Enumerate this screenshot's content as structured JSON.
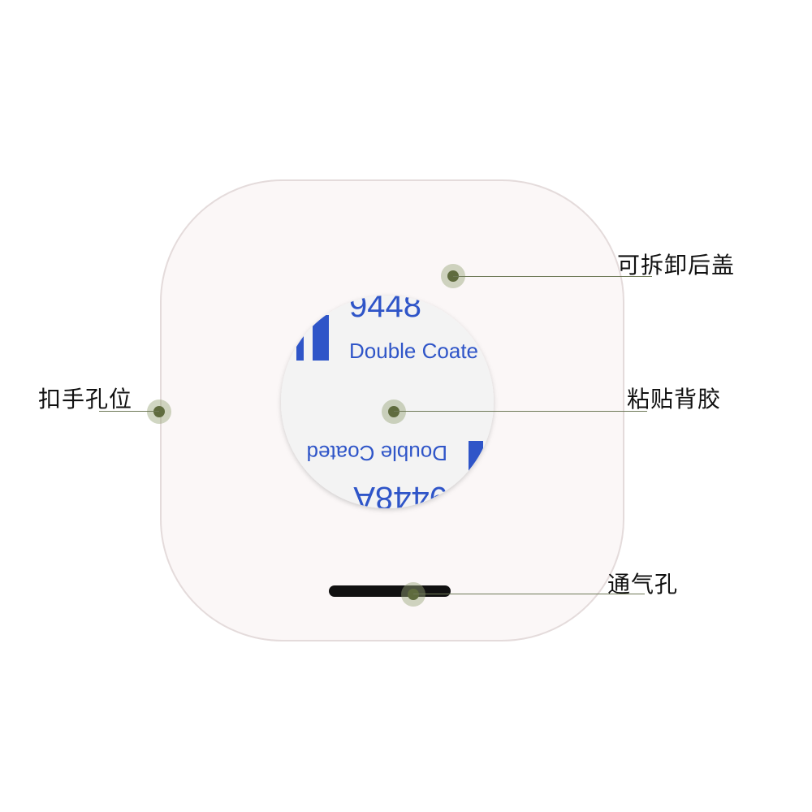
{
  "callouts": {
    "removable_back_cover": "可拆卸后盖",
    "finger_hole": "扣手孔位",
    "adhesive_backing": "粘贴背胶",
    "vent_hole": "通气孔"
  },
  "sticker": {
    "code": "9448A",
    "code_partial": "9448",
    "print_text": "Double Coated",
    "print_text_partial": "Double Coate"
  },
  "colors": {
    "cover": "#fbf7f7",
    "cover_border": "#e4dbdb",
    "sticker_bg": "#f3f3f3",
    "print_blue": "#2f55c8",
    "vent": "#111111",
    "marker": "#5f6b3e",
    "leader": "#6f7a58"
  }
}
